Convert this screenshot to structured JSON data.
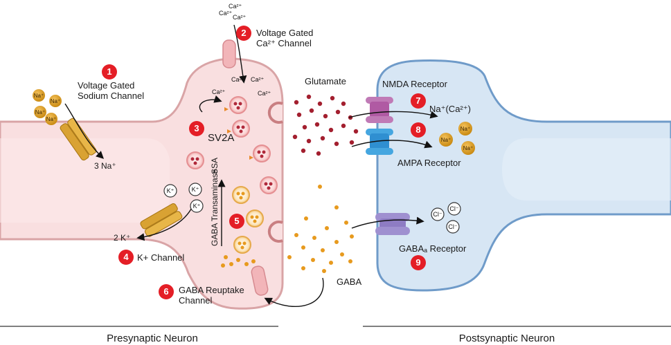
{
  "labels": {
    "step1": "Voltage Gated\nSodium Channel",
    "step2": "Voltage Gated\nCa²⁺ Channel",
    "step3": "SV2A",
    "step4": "K+ Channel",
    "step5": "GABA Transaminase",
    "step5b": "SSA",
    "step6": "GABA Reuptake\nChannel",
    "step7": "NMDA Receptor",
    "step7b": "Na⁺(Ca²⁺)",
    "step8": "AMPA Receptor",
    "step9": "GABAₐ Receptor",
    "glutamate": "Glutamate",
    "gaba": "GABA",
    "three_na": "3 Na⁺",
    "two_k": "2 K⁺",
    "presynaptic": "Presynaptic Neuron",
    "postsynaptic": "Postsynaptic Neuron"
  },
  "badges": [
    "1",
    "2",
    "3",
    "4",
    "5",
    "6",
    "7",
    "8",
    "9"
  ],
  "ions": {
    "na": "Na⁺",
    "k": "K⁺",
    "ca": "Ca²⁺",
    "cl": "Cl⁻"
  },
  "colors": {
    "badge": "#e41e26",
    "presynaptic_fill": "#f9dfe0",
    "presynaptic_stroke": "#d9a4a6",
    "postsynaptic_fill": "#d7e6f4",
    "postsynaptic_stroke": "#6f9bc9",
    "glutamate": "#a31f2f",
    "gaba": "#e79a1e",
    "nmda": "#b05aa3",
    "ampa": "#2f8fd1",
    "gaba_a": "#8e7cc3"
  }
}
